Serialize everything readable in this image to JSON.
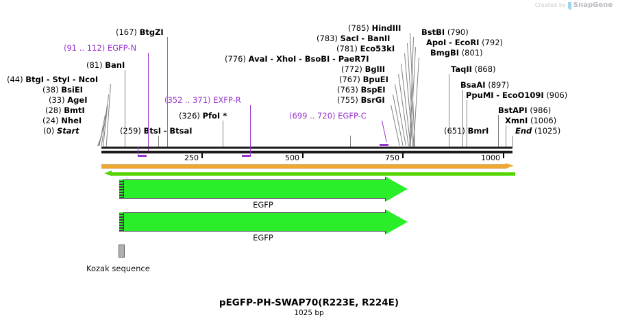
{
  "credit": {
    "prefix": "Created by",
    "brand": "SnapGene",
    "icon": "snapgene-logo-icon"
  },
  "plasmid": {
    "name": "pEGFP-PH-SWAP70(R223E, R224E)",
    "length_label": "1025 bp",
    "length_bp": 1025
  },
  "ruler": {
    "ticks": [
      {
        "label": "250",
        "value": 250
      },
      {
        "label": "500",
        "value": 500
      },
      {
        "label": "750",
        "value": 750
      },
      {
        "label": "1000",
        "value": 1000
      }
    ]
  },
  "sites": [
    {
      "pos": "(0)",
      "names": [
        "Start"
      ],
      "style": "italic"
    },
    {
      "pos": "(24)",
      "names": [
        "NheI"
      ]
    },
    {
      "pos": "(28)",
      "names": [
        "BmtI"
      ]
    },
    {
      "pos": "(33)",
      "names": [
        "AgeI"
      ]
    },
    {
      "pos": "(38)",
      "names": [
        "BsiEI"
      ]
    },
    {
      "pos": "(44)",
      "names": [
        "BtgI",
        "StyI",
        "NcoI"
      ]
    },
    {
      "pos": "(81)",
      "names": [
        "BanI"
      ]
    },
    {
      "pos": "(167)",
      "names": [
        "BtgZI"
      ]
    },
    {
      "pos": "(259)",
      "names": [
        "BtsI",
        "BtsaI"
      ]
    },
    {
      "pos": "(326)",
      "names": [
        "PfoI *"
      ]
    },
    {
      "pos": "(651)",
      "names": [
        "BmrI"
      ]
    },
    {
      "pos": "(755)",
      "names": [
        "BsrGI"
      ]
    },
    {
      "pos": "(763)",
      "names": [
        "BspEI"
      ]
    },
    {
      "pos": "(767)",
      "names": [
        "BpuEI"
      ]
    },
    {
      "pos": "(772)",
      "names": [
        "BglII"
      ]
    },
    {
      "pos": "(776)",
      "names": [
        "AvaI",
        "XhoI",
        "BsoBI",
        "PaeR7I"
      ]
    },
    {
      "pos": "(781)",
      "names": [
        "Eco53kI"
      ]
    },
    {
      "pos": "(783)",
      "names": [
        "SacI",
        "BanII"
      ]
    },
    {
      "pos": "(785)",
      "names": [
        "HindIII"
      ]
    },
    {
      "pos": "(790)",
      "names": [
        "BstBI"
      ],
      "pos_side": "right"
    },
    {
      "pos": "(792)",
      "names": [
        "ApoI",
        "EcoRI"
      ],
      "pos_side": "right"
    },
    {
      "pos": "(801)",
      "names": [
        "BmgBI"
      ],
      "pos_side": "right"
    },
    {
      "pos": "(868)",
      "names": [
        "TaqII"
      ],
      "pos_side": "right"
    },
    {
      "pos": "(897)",
      "names": [
        "BsaAI"
      ],
      "pos_side": "right"
    },
    {
      "pos": "(906)",
      "names": [
        "PpuMI",
        "EcoO109I"
      ],
      "pos_side": "right"
    },
    {
      "pos": "(986)",
      "names": [
        "BstAPI"
      ],
      "pos_side": "right"
    },
    {
      "pos": "(1006)",
      "names": [
        "XmnI"
      ],
      "pos_side": "right"
    },
    {
      "pos": "(1025)",
      "names": [
        "End"
      ],
      "pos_side": "right",
      "style": "italic"
    }
  ],
  "primers": [
    {
      "range": "(91 .. 112)",
      "name": "EGFP-N",
      "color": "#9933cc"
    },
    {
      "range": "(352 .. 371)",
      "name": "EXFP-R",
      "color": "#9933cc"
    },
    {
      "range": "(699 .. 720)",
      "name": "EGFP-C",
      "color": "#9933cc"
    }
  ],
  "labels": {
    "row_a_left": "(44)",
    "kozak": "Kozak sequence",
    "gene1": "EGFP",
    "gene2": "EGFP"
  },
  "features": [
    {
      "name": "EGFP",
      "kind": "gene-arrow",
      "direction": "right",
      "color": "#2aee2a"
    },
    {
      "name": "EGFP",
      "kind": "gene-arrow",
      "direction": "right",
      "color": "#2aee2a"
    },
    {
      "name": "Kozak sequence",
      "kind": "box",
      "color": "#b0b0b0"
    },
    {
      "name": "orange-track",
      "kind": "thin-arrow",
      "direction": "right",
      "color": "#f0a830"
    },
    {
      "name": "green-track",
      "kind": "thin-arrow",
      "direction": "left",
      "color": "#55d400"
    }
  ],
  "colors": {
    "backbone": "#1a1a1a",
    "primer": "#9933cc",
    "gene": "#2aee2a",
    "orange": "#f0a830",
    "green_thin": "#55d400",
    "kozak": "#b0b0b0",
    "leader": "#808080"
  }
}
